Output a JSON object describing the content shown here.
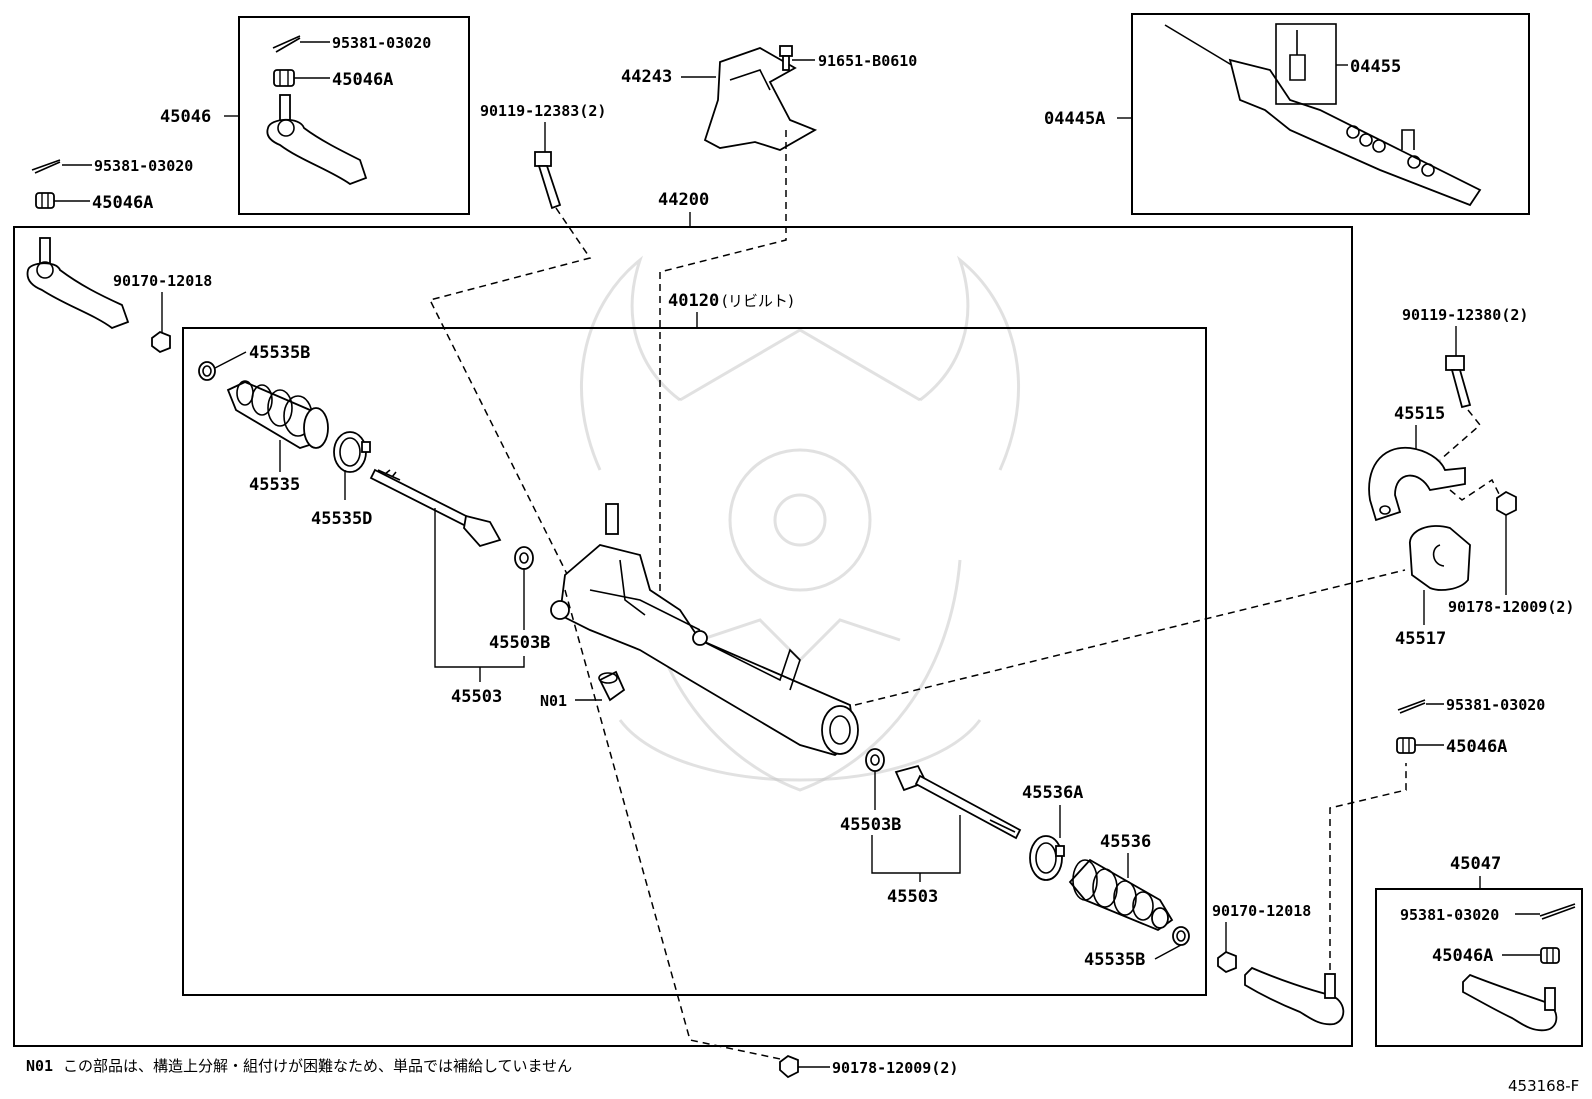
{
  "diagram_code": "453168-F",
  "note": {
    "code": "N01",
    "text": "この部品は、構造上分解・組付けが困難なため、単品では補給していません"
  },
  "boxes": {
    "box_45046": "45046",
    "box_04445A": "04445A",
    "box_44200": "44200",
    "box_40120": "40120",
    "box_40120_suffix": "(リビルト)",
    "box_45047": "45047"
  },
  "labels": {
    "l_95381_a": "95381-03020",
    "l_45046A_a": "45046A",
    "l_95381_b": "95381-03020",
    "l_45046A_b": "45046A",
    "l_90119_12383": "90119-12383(2)",
    "l_44243": "44243",
    "l_91651": "91651-B0610",
    "l_04455": "04455",
    "l_90170_a": "90170-12018",
    "l_45535B_a": "45535B",
    "l_45535": "45535",
    "l_45535D": "45535D",
    "l_45503B_a": "45503B",
    "l_45503_a": "45503",
    "l_N01": "N01",
    "l_90119_12380": "90119-12380(2)",
    "l_45515": "45515",
    "l_90178_b": "90178-12009(2)",
    "l_45517": "45517",
    "l_95381_c": "95381-03020",
    "l_45046A_c": "45046A",
    "l_45536A": "45536A",
    "l_45536": "45536",
    "l_45503B_b": "45503B",
    "l_45503_b": "45503",
    "l_45535B_b": "45535B",
    "l_90170_b": "90170-12018",
    "l_95381_d": "95381-03020",
    "l_45046A_d": "45046A",
    "l_90178_a": "90178-12009(2)"
  }
}
